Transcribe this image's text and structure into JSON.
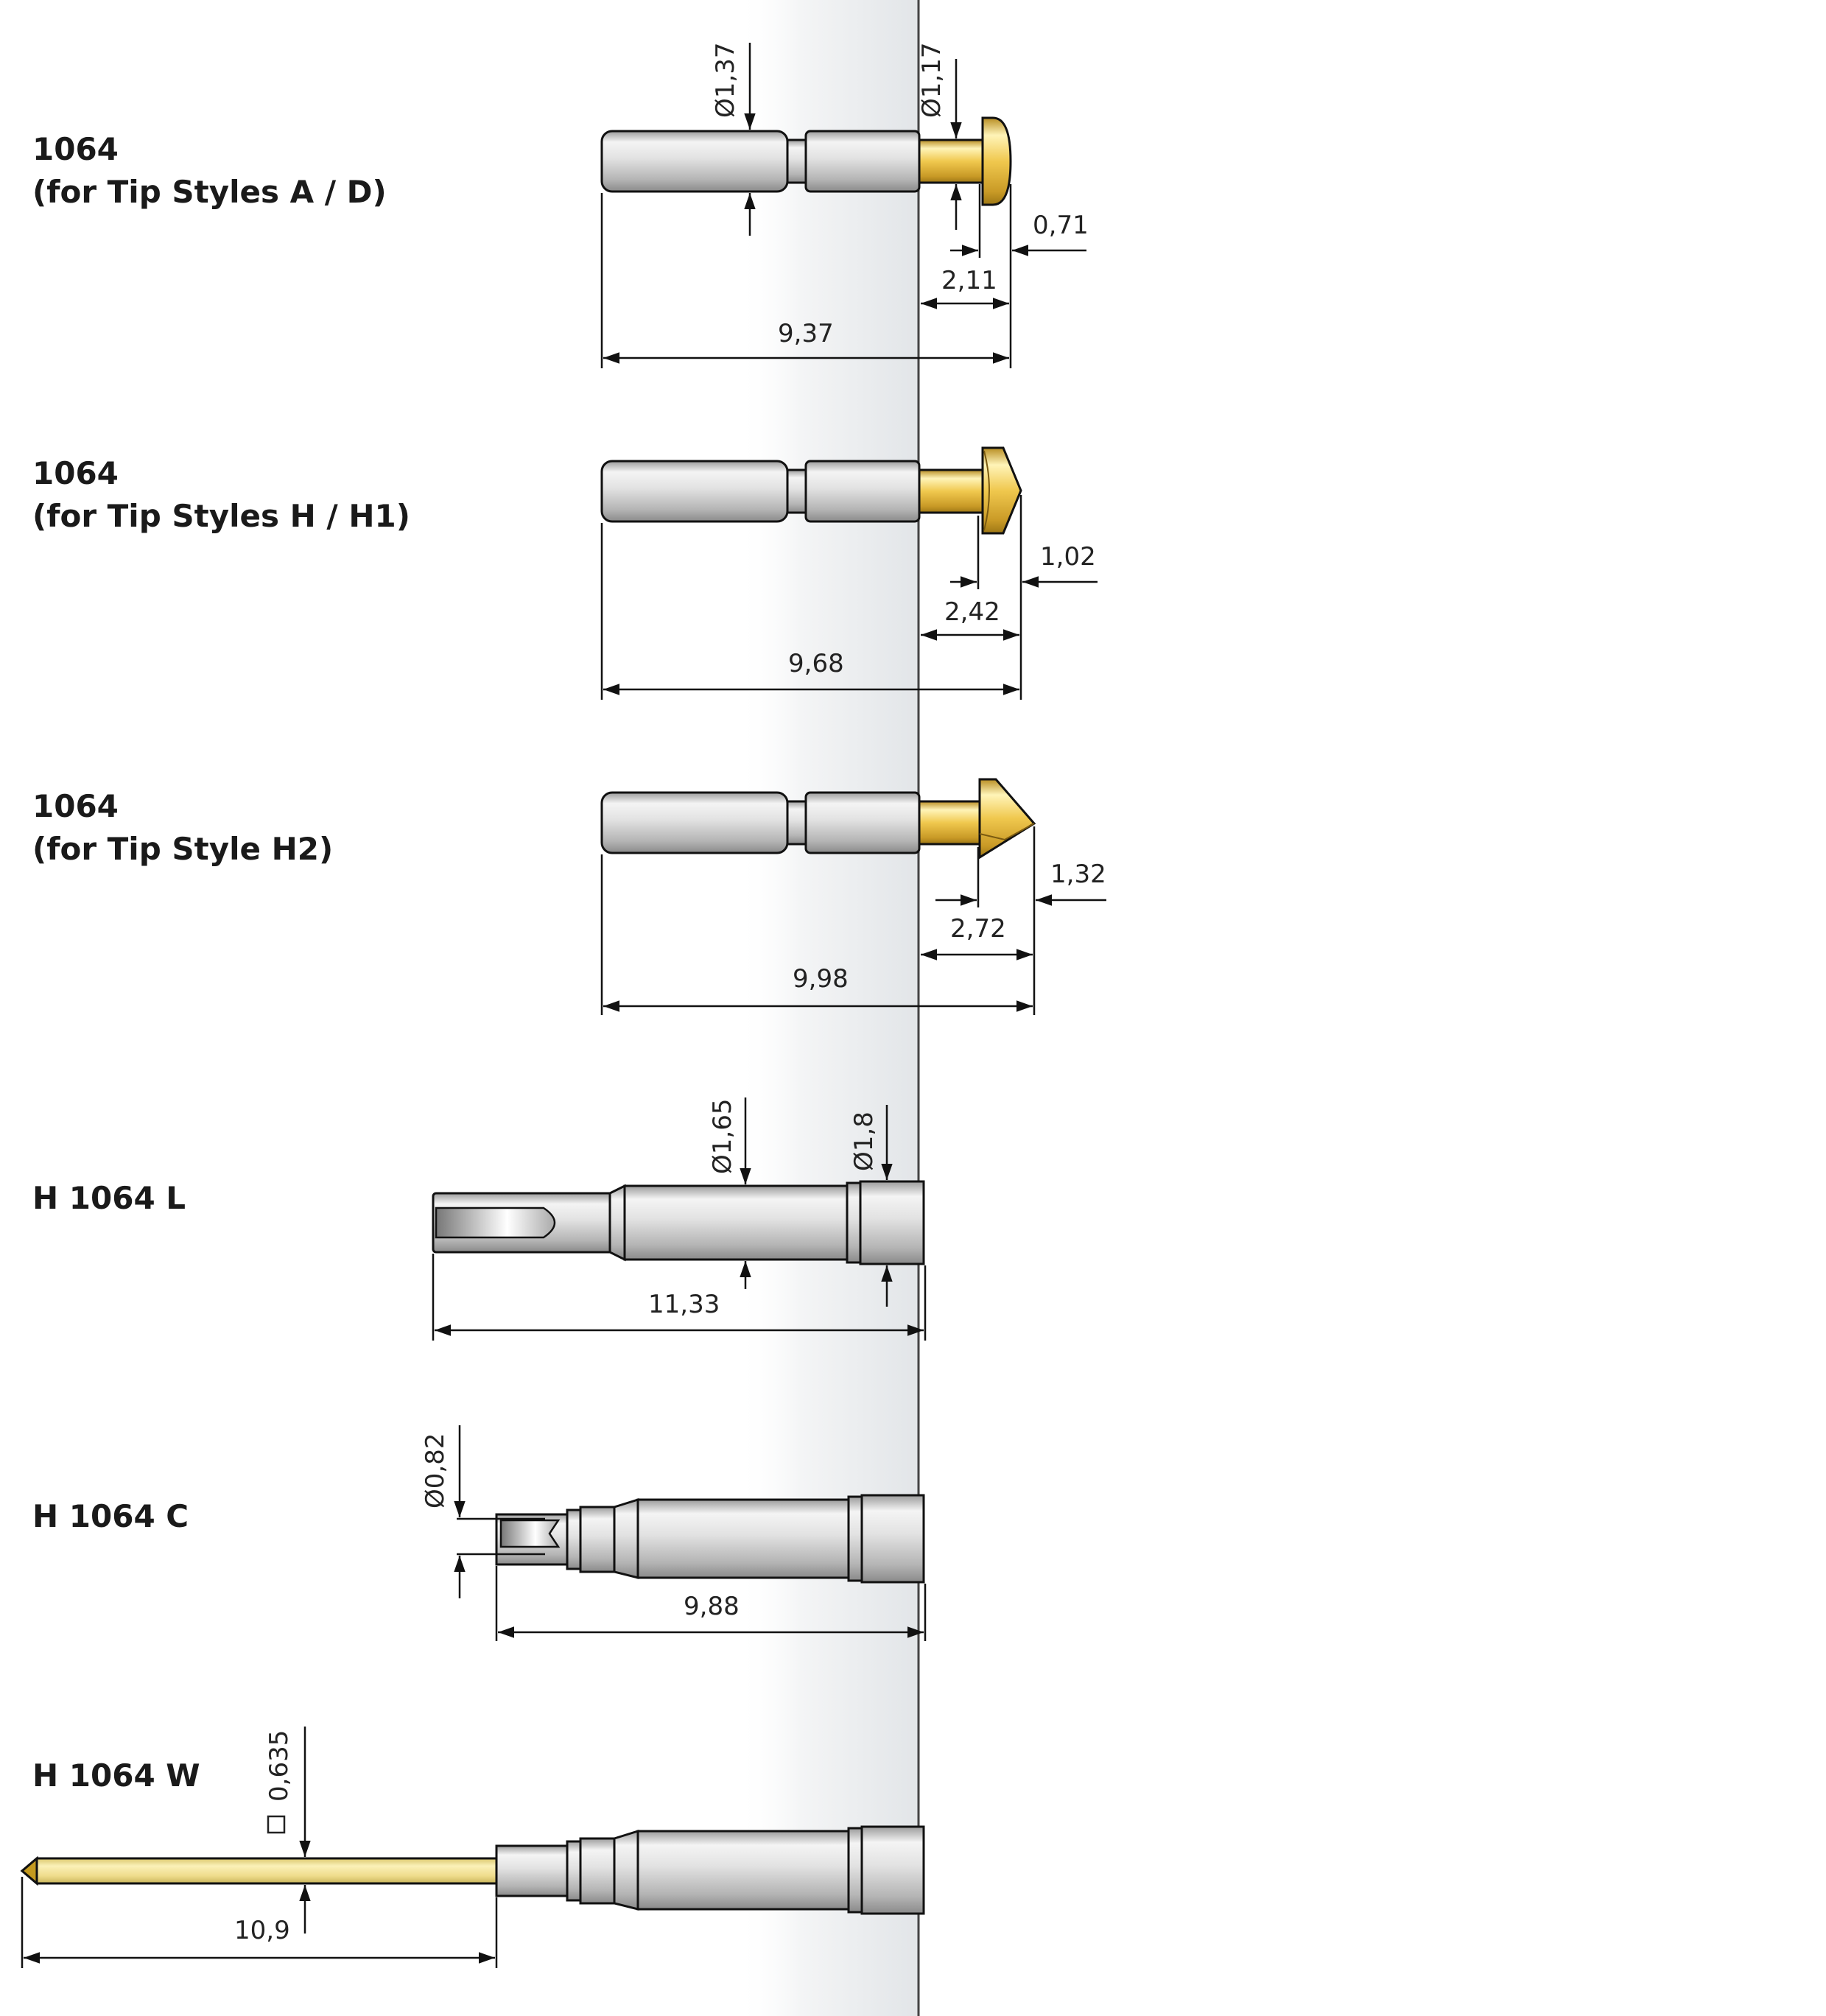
{
  "parts": [
    {
      "name": "1064",
      "subtitle": "(for Tip Styles A / D)",
      "dims": {
        "dia_body": "Ø1,37",
        "dia_tip": "Ø1,17",
        "tip_len": "0,71",
        "head_len": "2,11",
        "total_len": "9,37"
      }
    },
    {
      "name": "1064",
      "subtitle": "(for Tip Styles H / H1)",
      "dims": {
        "tip_len": "1,02",
        "head_len": "2,42",
        "total_len": "9,68"
      }
    },
    {
      "name": "1064",
      "subtitle": "(for Tip Style H2)",
      "dims": {
        "tip_len": "1,32",
        "head_len": "2,72",
        "total_len": "9,98"
      }
    },
    {
      "name": "H 1064 L",
      "dims": {
        "dia_body": "Ø1,65",
        "dia_collar": "Ø1,8",
        "total_len": "11,33"
      }
    },
    {
      "name": "H 1064 C",
      "dims": {
        "dia_bore": "Ø0,82",
        "total_len": "9,88"
      }
    },
    {
      "name": "H 1064 W",
      "dims": {
        "square": "0,635",
        "wire_len": "10,9"
      }
    }
  ],
  "colors": {
    "steel_light": "#f2f2f2",
    "steel_mid": "#c9c9c9",
    "steel_dark": "#8e8e8e",
    "gold_light": "#fff2b0",
    "gold_mid": "#e6b93b",
    "gold_dark": "#b1861d",
    "wire_yellow": "#f2e39a",
    "background_band": "#e6e9ec",
    "line": "#111111"
  },
  "icons": [
    "square-symbol-icon",
    "diameter-symbol-icon"
  ]
}
